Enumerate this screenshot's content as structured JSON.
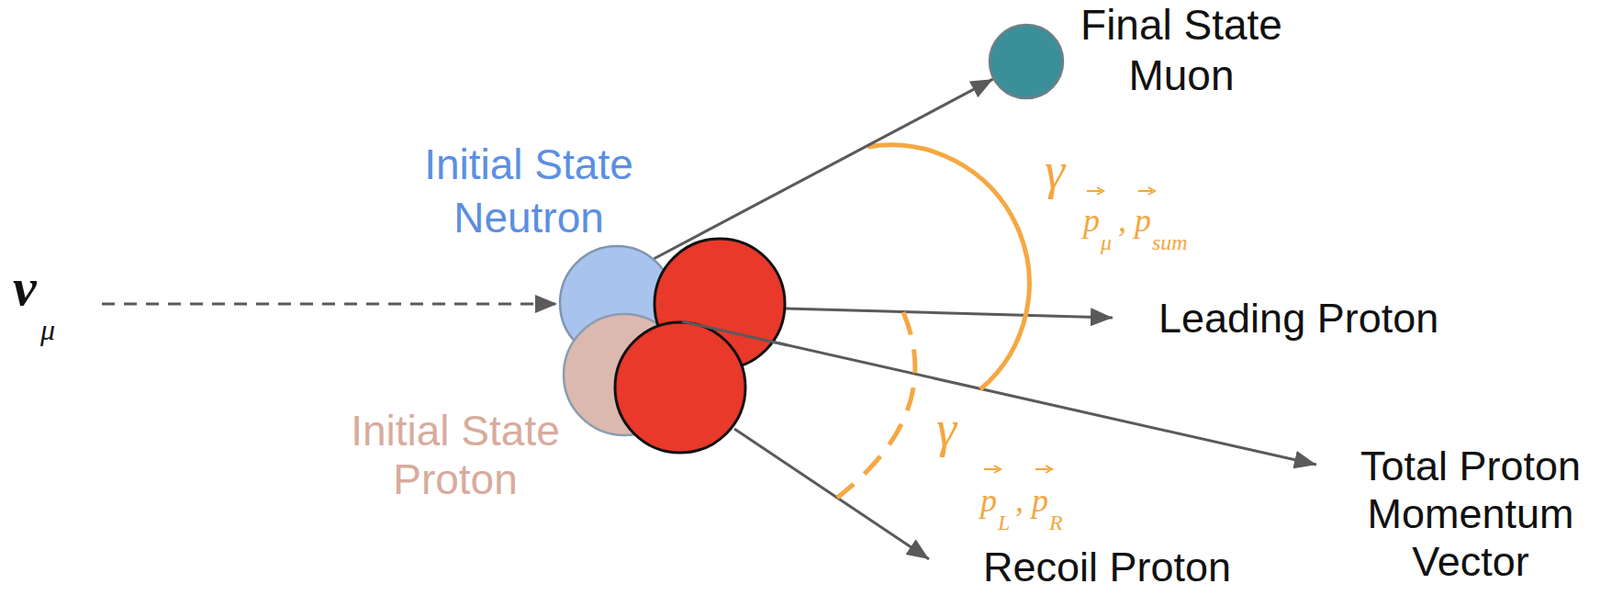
{
  "diagram": {
    "nodes": [
      {
        "text": [
          "Final State Muon"
        ]
      },
      {
        "text": [
          "Initial State Neutron"
        ]
      },
      {
        "text": [
          "Initial State Proton"
        ]
      }
    ],
    "edges": [
      {
        "from": 1,
        "to": 0,
        "arrow": "to"
      }
    ],
    "labels": [
      "ν",
      "μ",
      "γ",
      "p",
      "μ",
      ",",
      "p",
      "sum",
      "Leading Proton",
      "γ",
      "p",
      "L",
      ",",
      "p",
      "R",
      "Total Proton Momentum Vector",
      "Recoil Proton"
    ]
  }
}
